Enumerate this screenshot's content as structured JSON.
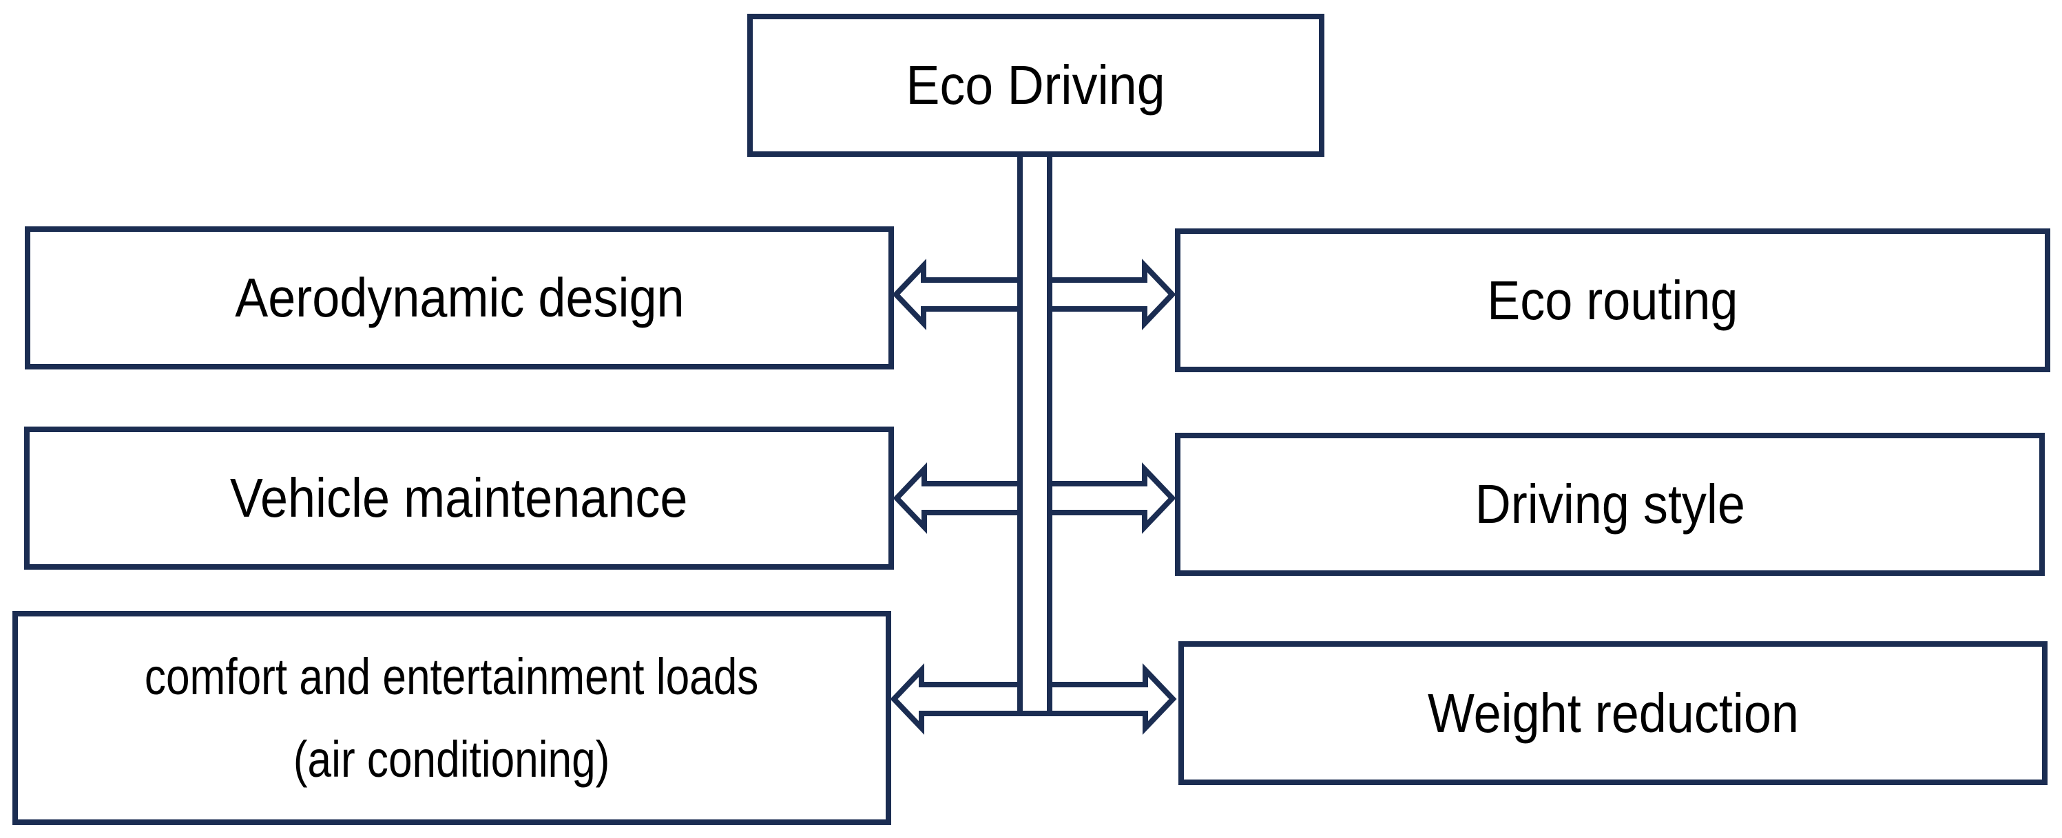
{
  "diagram": {
    "type": "hub-and-spoke",
    "root": {
      "label": "Eco Driving"
    },
    "left_branches": [
      {
        "label": "Aerodynamic design",
        "lines": [
          "Aerodynamic design"
        ],
        "arrow": "bidirectional-hollow"
      },
      {
        "label": "Vehicle maintenance",
        "lines": [
          "Vehicle maintenance"
        ],
        "arrow": "bidirectional-hollow"
      },
      {
        "label": "comfort and entertainment loads (air conditioning)",
        "lines": [
          "comfort and entertainment loads",
          "(air conditioning)"
        ],
        "arrow": "bidirectional-hollow"
      }
    ],
    "right_branches": [
      {
        "label": "Eco routing",
        "lines": [
          "Eco routing"
        ],
        "arrow": "bidirectional-hollow"
      },
      {
        "label": "Driving style",
        "lines": [
          "Driving style"
        ],
        "arrow": "bidirectional-hollow"
      },
      {
        "label": "Weight reduction",
        "lines": [
          "Weight reduction"
        ],
        "arrow": "bidirectional-hollow"
      }
    ],
    "edges": [
      {
        "from": "Eco Driving",
        "to": "Aerodynamic design"
      },
      {
        "from": "Eco Driving",
        "to": "Eco routing"
      },
      {
        "from": "Eco Driving",
        "to": "Vehicle maintenance"
      },
      {
        "from": "Eco Driving",
        "to": "Driving style"
      },
      {
        "from": "Eco Driving",
        "to": "comfort and entertainment loads (air conditioning)"
      },
      {
        "from": "Eco Driving",
        "to": "Weight reduction"
      }
    ]
  },
  "colors": {
    "stroke": "#1b2d52",
    "box_fill": "#ffffff",
    "text": "#000000",
    "background": "#ffffff"
  }
}
